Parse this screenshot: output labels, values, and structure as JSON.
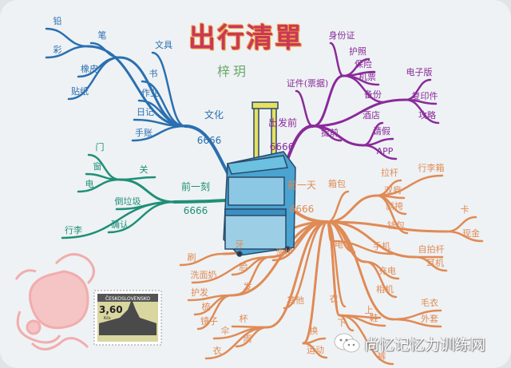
{
  "title": "出行清單",
  "author": "梓玥",
  "watermark": {
    "text": "尚忆记忆力训练网",
    "icon": "wechat-icon"
  },
  "stamp": {
    "country": "ČESKOSLOVENSKO",
    "value": "3,60",
    "unit": "Kčs"
  },
  "colors": {
    "culture": "#2a6fb0",
    "before_moment": "#1f8f78",
    "before_departure": "#8a2a9a",
    "day_before": "#e08a55",
    "title": "#c8385a",
    "suitcase": "#4aa3d0",
    "rose": "#f0a0a0"
  },
  "branches": {
    "culture": {
      "root": "文化",
      "tag": "6666",
      "nodes": [
        "文具",
        "笔",
        "铅",
        "彩",
        "橡皮",
        "贴纸",
        "书",
        "作业",
        "日记",
        "手账"
      ]
    },
    "before_moment": {
      "root": "前一刻",
      "tag": "6666",
      "nodes": [
        "关",
        "门",
        "窗",
        "电",
        "倒垃圾",
        "确认",
        "行李"
      ]
    },
    "before_departure": {
      "root": "出发前",
      "tag": "6666",
      "nodes": [
        "证件(票据)",
        "身份证",
        "护照",
        "保险",
        "机票",
        "备份",
        "电子版",
        "复印件",
        "攻略",
        "提前",
        "酒店",
        "请假",
        "APP"
      ]
    },
    "day_before": {
      "root": "前一天",
      "tag": "6666",
      "nodes": [
        "箱包",
        "拉杆",
        "行李箱",
        "双肩",
        "斜挎",
        "钱包",
        "卡",
        "现金",
        "电子",
        "手机",
        "自拍杆",
        "耳机",
        "充电",
        "相机",
        "衣",
        "上",
        "毛衣",
        "外套",
        "下",
        "鞋",
        "裤",
        "换",
        "运动",
        "洗护",
        "牙",
        "刷",
        "脸",
        "洗面奶",
        "发",
        "护发",
        "其他",
        "梳",
        "镜子",
        "杯",
        "伞",
        "雨",
        "衣"
      ]
    }
  }
}
